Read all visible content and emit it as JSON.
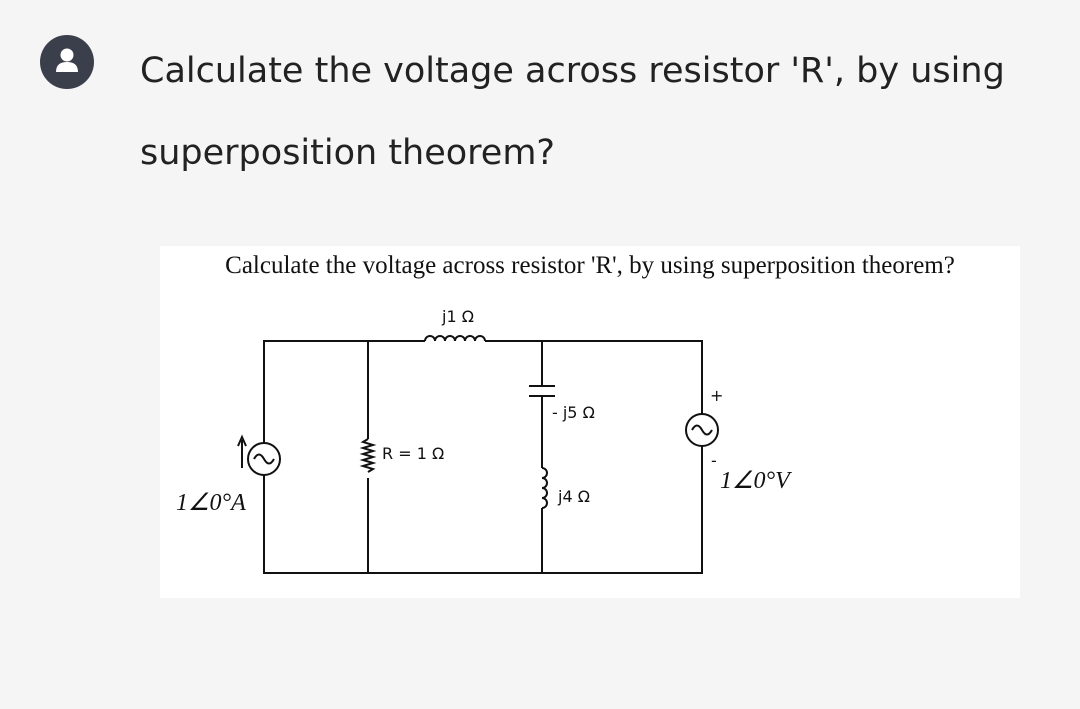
{
  "question": {
    "text": "Calculate the voltage across resistor 'R', by using superposition theorem?"
  },
  "avatar": {
    "icon": "user-icon",
    "color": "#3b3f4c"
  },
  "diagram": {
    "title": "Calculate the voltage across resistor 'R', by using superposition theorem?",
    "labels": {
      "inductor_top": "j1 Ω",
      "capacitor": "- j5 Ω",
      "resistor": "R = 1 Ω",
      "inductor_branch": "j4 Ω",
      "current_source": "1∠0°A",
      "voltage_source": "1∠0°V",
      "plus": "+",
      "minus": "-"
    }
  }
}
